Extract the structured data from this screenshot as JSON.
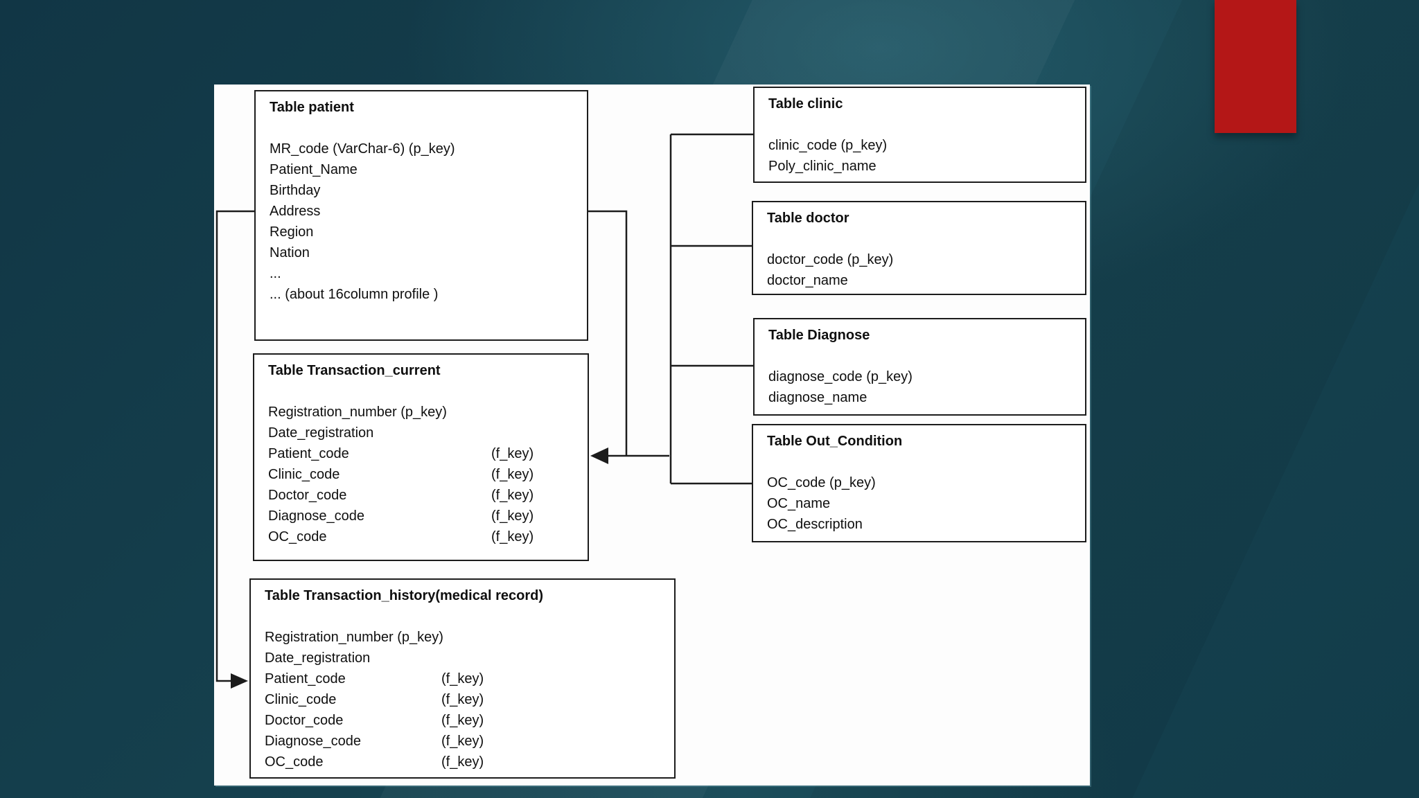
{
  "slide": {
    "background_color": "#16424F",
    "accent_bar_color": "#B41717",
    "panel_color": "#FDFDFD",
    "line_color": "#1C1C1C"
  },
  "tables": [
    {
      "id": "patient",
      "title": "Table patient",
      "fields": [
        {
          "name": "MR_code (VarChar-6) (p_key)"
        },
        {
          "name": "Patient_Name"
        },
        {
          "name": "Birthday"
        },
        {
          "name": "Address"
        },
        {
          "name": "Region"
        },
        {
          "name": "Nation"
        },
        {
          "name": "..."
        },
        {
          "name": "... (about 16column profile )"
        }
      ]
    },
    {
      "id": "transaction_current",
      "title": "Table Transaction_current",
      "fields": [
        {
          "name": "Registration_number (p_key)"
        },
        {
          "name": "Date_registration"
        },
        {
          "name": "Patient_code",
          "key": "(f_key)"
        },
        {
          "name": "Clinic_code",
          "key": "(f_key)"
        },
        {
          "name": "Doctor_code",
          "key": "(f_key)"
        },
        {
          "name": "Diagnose_code",
          "key": "(f_key)"
        },
        {
          "name": "OC_code",
          "key": "(f_key)"
        }
      ]
    },
    {
      "id": "transaction_history",
      "title": "Table Transaction_history(medical record)",
      "fields": [
        {
          "name": "Registration_number (p_key)"
        },
        {
          "name": "Date_registration"
        },
        {
          "name": "Patient_code",
          "key": "(f_key)"
        },
        {
          "name": "Clinic_code",
          "key": "(f_key)"
        },
        {
          "name": "Doctor_code",
          "key": "(f_key)"
        },
        {
          "name": "Diagnose_code",
          "key": "(f_key)"
        },
        {
          "name": "OC_code",
          "key": "(f_key)"
        }
      ]
    },
    {
      "id": "clinic",
      "title": "Table clinic",
      "fields": [
        {
          "name": "clinic_code (p_key)"
        },
        {
          "name": "Poly_clinic_name"
        }
      ]
    },
    {
      "id": "doctor",
      "title": "Table doctor",
      "fields": [
        {
          "name": "doctor_code (p_key)"
        },
        {
          "name": "doctor_name"
        }
      ]
    },
    {
      "id": "diagnose",
      "title": "Table Diagnose",
      "fields": [
        {
          "name": "diagnose_code (p_key)"
        },
        {
          "name": "diagnose_name"
        }
      ]
    },
    {
      "id": "out_condition",
      "title": "Table Out_Condition",
      "fields": [
        {
          "name": "OC_code (p_key)"
        },
        {
          "name": "OC_name"
        },
        {
          "name": "OC_description"
        }
      ]
    }
  ],
  "connections": [
    {
      "from": "patient",
      "to": "transaction_current",
      "type": "arrow"
    },
    {
      "from": "patient",
      "to": "transaction_history",
      "type": "arrow"
    },
    {
      "from": "clinic",
      "to": "transaction_current",
      "type": "line"
    },
    {
      "from": "doctor",
      "to": "transaction_current",
      "type": "line"
    },
    {
      "from": "diagnose",
      "to": "transaction_current",
      "type": "line"
    },
    {
      "from": "out_condition",
      "to": "transaction_current",
      "type": "line"
    }
  ]
}
